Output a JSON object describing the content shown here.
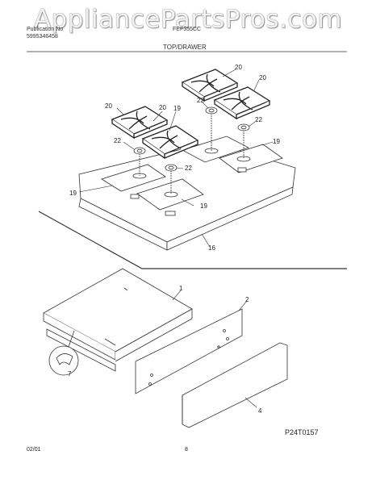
{
  "header": {
    "left_line1": "Publication No",
    "left_line2": "5995346458",
    "right_line1": "FEF355CC",
    "section_title": "TOP/DRAWER"
  },
  "watermark": "AppliancePartsPros.com",
  "callouts": {
    "grate": "20",
    "burner_cap": "22",
    "burner_base": "19",
    "cooktop": "16",
    "drawer_body": "1",
    "drawer_front": "2",
    "drawer_panel": "4",
    "clip": "7"
  },
  "footer": {
    "diagram_id": "P24T0157",
    "date": "02/01",
    "page": "8"
  }
}
